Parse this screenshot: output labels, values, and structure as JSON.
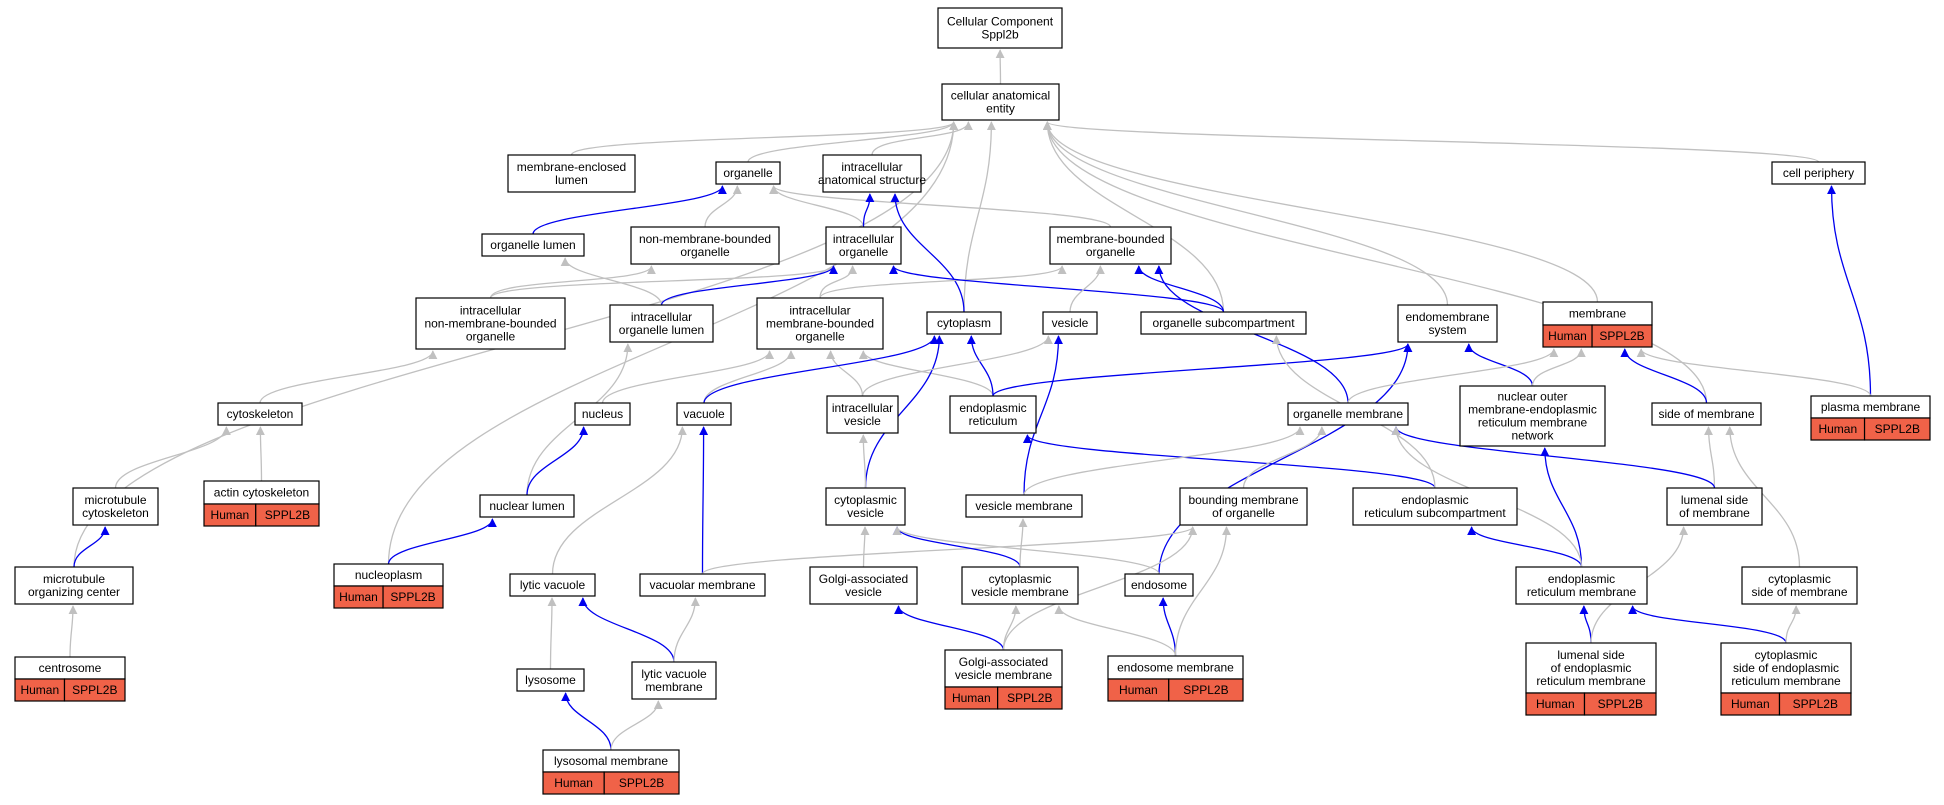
{
  "ontology": "Cellular Component",
  "gene": "Sppl2b",
  "colors": {
    "is_a": "#c0c0c0",
    "part_of": "#0000ee",
    "annotation": "#f06248",
    "node_border": "#000000"
  },
  "nodes": [
    {
      "id": "root",
      "label": [
        "Cellular Component",
        "Sppl2b"
      ]
    },
    {
      "id": "cae",
      "label": [
        "cellular anatomical",
        "entity"
      ]
    },
    {
      "id": "mel",
      "label": [
        "membrane-enclosed",
        "lumen"
      ]
    },
    {
      "id": "org",
      "label": [
        "organelle"
      ]
    },
    {
      "id": "ias",
      "label": [
        "intracellular",
        "anatomical structure"
      ]
    },
    {
      "id": "cp",
      "label": [
        "cell periphery"
      ]
    },
    {
      "id": "ol",
      "label": [
        "organelle lumen"
      ]
    },
    {
      "id": "nmbo",
      "label": [
        "non-membrane-bounded",
        "organelle"
      ]
    },
    {
      "id": "io",
      "label": [
        "intracellular",
        "organelle"
      ]
    },
    {
      "id": "mbo",
      "label": [
        "membrane-bounded",
        "organelle"
      ]
    },
    {
      "id": "inmbo",
      "label": [
        "intracellular",
        "non-membrane-bounded",
        "organelle"
      ]
    },
    {
      "id": "iol",
      "label": [
        "intracellular",
        "organelle lumen"
      ]
    },
    {
      "id": "imbo",
      "label": [
        "intracellular",
        "membrane-bounded",
        "organelle"
      ]
    },
    {
      "id": "cyto",
      "label": [
        "cytoplasm"
      ]
    },
    {
      "id": "ves",
      "label": [
        "vesicle"
      ]
    },
    {
      "id": "osc",
      "label": [
        "organelle subcompartment"
      ]
    },
    {
      "id": "ems",
      "label": [
        "endomembrane",
        "system"
      ]
    },
    {
      "id": "mem",
      "label": [
        "membrane"
      ],
      "annotation": [
        "Human",
        "SPPL2B"
      ]
    },
    {
      "id": "pm",
      "label": [
        "plasma membrane"
      ],
      "annotation": [
        "Human",
        "SPPL2B"
      ]
    },
    {
      "id": "cytosk",
      "label": [
        "cytoskeleton"
      ]
    },
    {
      "id": "nuc",
      "label": [
        "nucleus"
      ]
    },
    {
      "id": "vac",
      "label": [
        "vacuole"
      ]
    },
    {
      "id": "iv",
      "label": [
        "intracellular",
        "vesicle"
      ]
    },
    {
      "id": "er",
      "label": [
        "endoplasmic",
        "reticulum"
      ]
    },
    {
      "id": "om",
      "label": [
        "organelle membrane"
      ]
    },
    {
      "id": "nomer",
      "label": [
        "nuclear outer",
        "membrane-endoplasmic",
        "reticulum membrane",
        "network"
      ]
    },
    {
      "id": "som",
      "label": [
        "side of membrane"
      ]
    },
    {
      "id": "mtcs",
      "label": [
        "microtubule",
        "cytoskeleton"
      ]
    },
    {
      "id": "acs",
      "label": [
        "actin cytoskeleton"
      ],
      "annotation": [
        "Human",
        "SPPL2B"
      ]
    },
    {
      "id": "nl",
      "label": [
        "nuclear lumen"
      ]
    },
    {
      "id": "cv",
      "label": [
        "cytoplasmic",
        "vesicle"
      ]
    },
    {
      "id": "vm",
      "label": [
        "vesicle membrane"
      ]
    },
    {
      "id": "bmo",
      "label": [
        "bounding membrane",
        "of organelle"
      ]
    },
    {
      "id": "ersc",
      "label": [
        "endoplasmic",
        "reticulum subcompartment"
      ]
    },
    {
      "id": "lsm",
      "label": [
        "lumenal side",
        "of membrane"
      ]
    },
    {
      "id": "mtoc",
      "label": [
        "microtubule",
        "organizing center"
      ]
    },
    {
      "id": "np",
      "label": [
        "nucleoplasm"
      ],
      "annotation": [
        "Human",
        "SPPL2B"
      ]
    },
    {
      "id": "lv",
      "label": [
        "lytic vacuole"
      ]
    },
    {
      "id": "vacm",
      "label": [
        "vacuolar membrane"
      ]
    },
    {
      "id": "gav",
      "label": [
        "Golgi-associated",
        "vesicle"
      ]
    },
    {
      "id": "cvm",
      "label": [
        "cytoplasmic",
        "vesicle membrane"
      ]
    },
    {
      "id": "endo",
      "label": [
        "endosome"
      ]
    },
    {
      "id": "erm",
      "label": [
        "endoplasmic",
        "reticulum membrane"
      ]
    },
    {
      "id": "csm",
      "label": [
        "cytoplasmic",
        "side of membrane"
      ]
    },
    {
      "id": "cs",
      "label": [
        "centrosome"
      ],
      "annotation": [
        "Human",
        "SPPL2B"
      ]
    },
    {
      "id": "lys",
      "label": [
        "lysosome"
      ]
    },
    {
      "id": "lvm",
      "label": [
        "lytic vacuole",
        "membrane"
      ]
    },
    {
      "id": "gavm",
      "label": [
        "Golgi-associated",
        "vesicle membrane"
      ],
      "annotation": [
        "Human",
        "SPPL2B"
      ]
    },
    {
      "id": "endom",
      "label": [
        "endosome membrane"
      ],
      "annotation": [
        "Human",
        "SPPL2B"
      ]
    },
    {
      "id": "lserm",
      "label": [
        "lumenal side",
        "of endoplasmic",
        "reticulum membrane"
      ],
      "annotation": [
        "Human",
        "SPPL2B"
      ]
    },
    {
      "id": "cserm",
      "label": [
        "cytoplasmic",
        "side of endoplasmic",
        "reticulum membrane"
      ],
      "annotation": [
        "Human",
        "SPPL2B"
      ]
    },
    {
      "id": "lysm",
      "label": [
        "lysosomal membrane"
      ],
      "annotation": [
        "Human",
        "SPPL2B"
      ]
    }
  ],
  "edges": [
    {
      "from": "cae",
      "to": "root",
      "type": "is_a"
    },
    {
      "from": "mel",
      "to": "cae",
      "type": "is_a"
    },
    {
      "from": "org",
      "to": "cae",
      "type": "is_a"
    },
    {
      "from": "ias",
      "to": "cae",
      "type": "is_a"
    },
    {
      "from": "cp",
      "to": "cae",
      "type": "is_a"
    },
    {
      "from": "mtoc",
      "to": "cae",
      "type": "is_a"
    },
    {
      "from": "np",
      "to": "cae",
      "type": "is_a"
    },
    {
      "from": "cyto",
      "to": "cae",
      "type": "is_a"
    },
    {
      "from": "osc",
      "to": "cae",
      "type": "is_a"
    },
    {
      "from": "ems",
      "to": "cae",
      "type": "is_a"
    },
    {
      "from": "mem",
      "to": "cae",
      "type": "is_a"
    },
    {
      "from": "som",
      "to": "cae",
      "type": "is_a"
    },
    {
      "from": "ol",
      "to": "org",
      "type": "part_of"
    },
    {
      "from": "nmbo",
      "to": "org",
      "type": "is_a"
    },
    {
      "from": "io",
      "to": "org",
      "type": "is_a"
    },
    {
      "from": "mbo",
      "to": "org",
      "type": "is_a"
    },
    {
      "from": "io",
      "to": "ias",
      "type": "part_of"
    },
    {
      "from": "cyto",
      "to": "ias",
      "type": "part_of"
    },
    {
      "from": "pm",
      "to": "cp",
      "type": "part_of"
    },
    {
      "from": "inmbo",
      "to": "nmbo",
      "type": "is_a"
    },
    {
      "from": "inmbo",
      "to": "io",
      "type": "is_a"
    },
    {
      "from": "iol",
      "to": "ol",
      "type": "is_a"
    },
    {
      "from": "iol",
      "to": "io",
      "type": "part_of"
    },
    {
      "from": "imbo",
      "to": "io",
      "type": "is_a"
    },
    {
      "from": "imbo",
      "to": "mbo",
      "type": "is_a"
    },
    {
      "from": "osc",
      "to": "mbo",
      "type": "part_of"
    },
    {
      "from": "osc",
      "to": "io",
      "type": "part_of"
    },
    {
      "from": "ves",
      "to": "mbo",
      "type": "is_a"
    },
    {
      "from": "om",
      "to": "mbo",
      "type": "part_of"
    },
    {
      "from": "cytosk",
      "to": "inmbo",
      "type": "is_a"
    },
    {
      "from": "nl",
      "to": "iol",
      "type": "is_a"
    },
    {
      "from": "nuc",
      "to": "imbo",
      "type": "is_a"
    },
    {
      "from": "vac",
      "to": "imbo",
      "type": "is_a"
    },
    {
      "from": "iv",
      "to": "imbo",
      "type": "is_a"
    },
    {
      "from": "er",
      "to": "imbo",
      "type": "is_a"
    },
    {
      "from": "vac",
      "to": "cyto",
      "type": "part_of"
    },
    {
      "from": "cv",
      "to": "cyto",
      "type": "part_of"
    },
    {
      "from": "er",
      "to": "cyto",
      "type": "part_of"
    },
    {
      "from": "iv",
      "to": "ves",
      "type": "is_a"
    },
    {
      "from": "vm",
      "to": "ves",
      "type": "part_of"
    },
    {
      "from": "er",
      "to": "ems",
      "type": "part_of"
    },
    {
      "from": "endo",
      "to": "ems",
      "type": "part_of"
    },
    {
      "from": "nomer",
      "to": "ems",
      "type": "part_of"
    },
    {
      "from": "om",
      "to": "mem",
      "type": "is_a"
    },
    {
      "from": "nomer",
      "to": "mem",
      "type": "is_a"
    },
    {
      "from": "som",
      "to": "mem",
      "type": "part_of"
    },
    {
      "from": "pm",
      "to": "mem",
      "type": "is_a"
    },
    {
      "from": "mtcs",
      "to": "cytosk",
      "type": "is_a"
    },
    {
      "from": "acs",
      "to": "cytosk",
      "type": "is_a"
    },
    {
      "from": "mtoc",
      "to": "mtcs",
      "type": "part_of"
    },
    {
      "from": "nl",
      "to": "nuc",
      "type": "part_of"
    },
    {
      "from": "np",
      "to": "nl",
      "type": "part_of"
    },
    {
      "from": "lv",
      "to": "vac",
      "type": "is_a"
    },
    {
      "from": "vacm",
      "to": "vac",
      "type": "part_of"
    },
    {
      "from": "cv",
      "to": "iv",
      "type": "is_a"
    },
    {
      "from": "ersc",
      "to": "er",
      "type": "part_of"
    },
    {
      "from": "ersc",
      "to": "osc",
      "type": "is_a"
    },
    {
      "from": "vm",
      "to": "om",
      "type": "is_a"
    },
    {
      "from": "bmo",
      "to": "om",
      "type": "is_a"
    },
    {
      "from": "lsm",
      "to": "som",
      "type": "is_a"
    },
    {
      "from": "csm",
      "to": "som",
      "type": "is_a"
    },
    {
      "from": "lsm",
      "to": "om",
      "type": "part_of"
    },
    {
      "from": "cs",
      "to": "mtoc",
      "type": "is_a"
    },
    {
      "from": "lys",
      "to": "lv",
      "type": "is_a"
    },
    {
      "from": "lvm",
      "to": "lv",
      "type": "part_of"
    },
    {
      "from": "lvm",
      "to": "vacm",
      "type": "is_a"
    },
    {
      "from": "vacm",
      "to": "bmo",
      "type": "is_a"
    },
    {
      "from": "gav",
      "to": "cv",
      "type": "is_a"
    },
    {
      "from": "cvm",
      "to": "cv",
      "type": "part_of"
    },
    {
      "from": "endo",
      "to": "cv",
      "type": "is_a"
    },
    {
      "from": "cvm",
      "to": "vm",
      "type": "is_a"
    },
    {
      "from": "erm",
      "to": "ersc",
      "type": "part_of"
    },
    {
      "from": "erm",
      "to": "nomer",
      "type": "part_of"
    },
    {
      "from": "erm",
      "to": "om",
      "type": "is_a"
    },
    {
      "from": "lysm",
      "to": "lys",
      "type": "part_of"
    },
    {
      "from": "lysm",
      "to": "lvm",
      "type": "is_a"
    },
    {
      "from": "gavm",
      "to": "gav",
      "type": "part_of"
    },
    {
      "from": "gavm",
      "to": "cvm",
      "type": "is_a"
    },
    {
      "from": "gavm",
      "to": "bmo",
      "type": "is_a"
    },
    {
      "from": "endom",
      "to": "endo",
      "type": "part_of"
    },
    {
      "from": "endom",
      "to": "cvm",
      "type": "is_a"
    },
    {
      "from": "endom",
      "to": "bmo",
      "type": "is_a"
    },
    {
      "from": "lserm",
      "to": "erm",
      "type": "part_of"
    },
    {
      "from": "lserm",
      "to": "lsm",
      "type": "is_a"
    },
    {
      "from": "cserm",
      "to": "erm",
      "type": "part_of"
    },
    {
      "from": "cserm",
      "to": "csm",
      "type": "is_a"
    }
  ]
}
